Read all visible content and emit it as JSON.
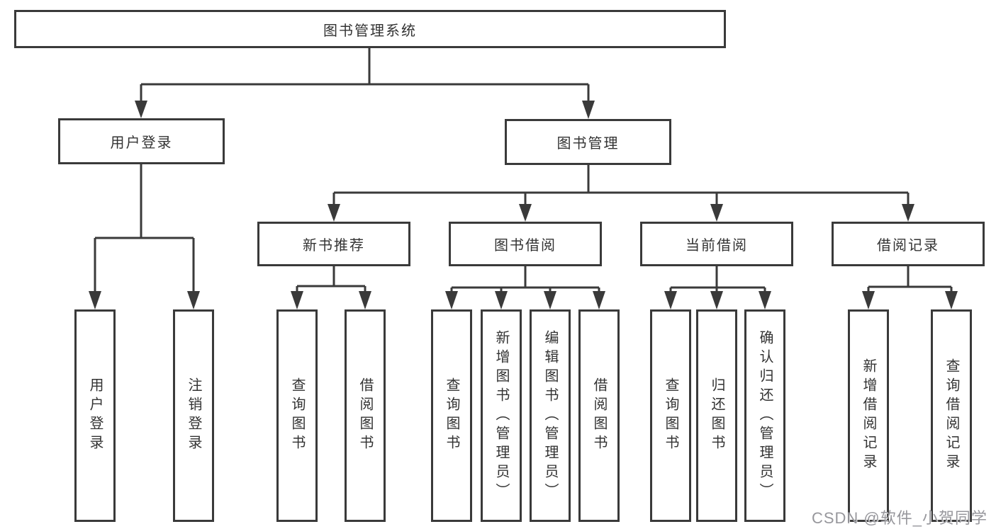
{
  "nodes": {
    "root": "图书管理系统",
    "level1": [
      "用户登录",
      "图书管理"
    ],
    "level2": [
      "新书推荐",
      "图书借阅",
      "当前借阅",
      "借阅记录"
    ],
    "login_children": [
      "用户登录",
      "注销登录"
    ],
    "recommend_children": [
      "查询图书",
      "借阅图书"
    ],
    "borrow_children": [
      "查询图书",
      "新增图书（管理员）",
      "编辑图书（管理员）",
      "借阅图书"
    ],
    "current_children": [
      "查询图书",
      "归还图书",
      "确认归还（管理员）"
    ],
    "records_children": [
      "新增借阅记录",
      "查询借阅记录"
    ]
  },
  "watermark": "CSDN @软件_小贺同学",
  "colors": {
    "line": "#3a3a3a",
    "text": "#333333",
    "box_background": "#ffffff",
    "watermark": "#97979c",
    "background": "#ffffff"
  }
}
